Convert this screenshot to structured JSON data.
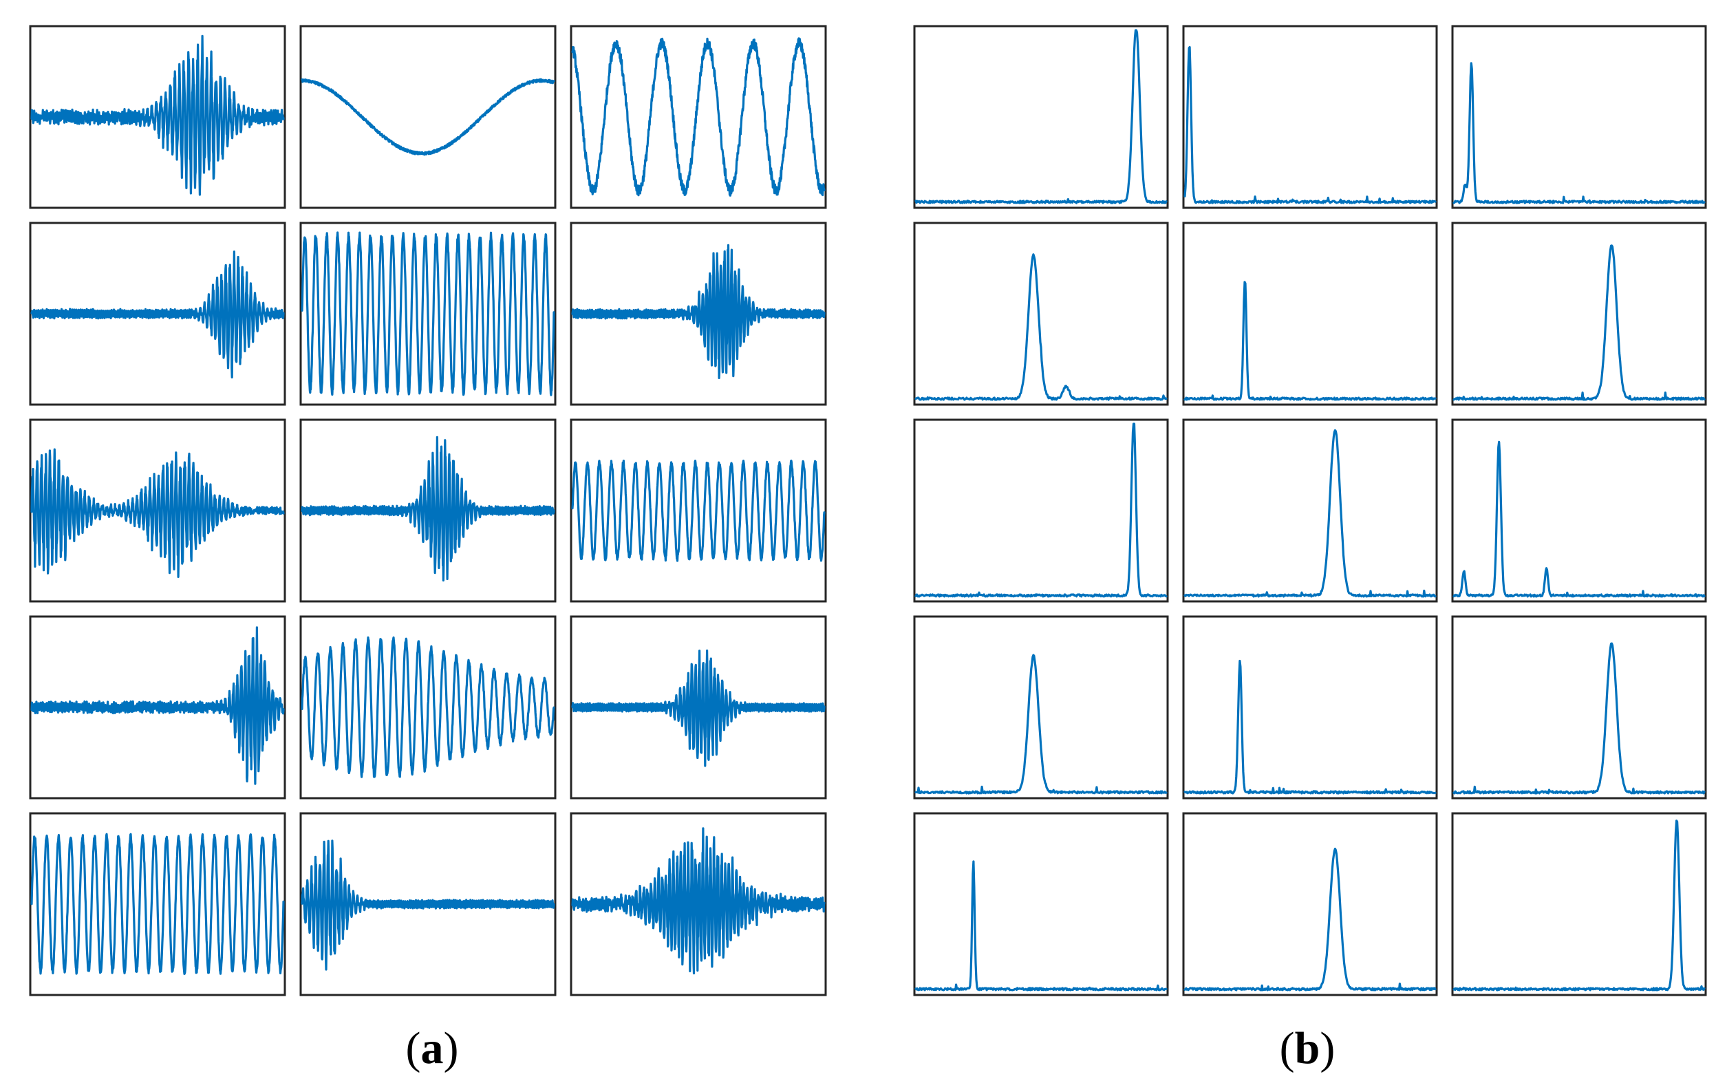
{
  "figure": {
    "line_color": "#0072BD",
    "frame_color": "#262626"
  },
  "chart_data": [
    {
      "type": "line",
      "panel_label": "a",
      "rows": 5,
      "cols": 3,
      "grid": false,
      "axis_ticks": false,
      "subplots": [
        {
          "kind": "burst",
          "center": 0.66,
          "width": 0.09,
          "freq": 55,
          "amplitude": 0.95,
          "noise": 0.05
        },
        {
          "kind": "sine",
          "cycles": 1.05,
          "phase": 0.25,
          "amplitude": 0.42,
          "noise": 0.015
        },
        {
          "kind": "sine",
          "cycles": 5.5,
          "phase": 0.3,
          "amplitude": 0.85,
          "noise": 0.06
        },
        {
          "kind": "burst",
          "center": 0.8,
          "width": 0.06,
          "freq": 60,
          "amplitude": 0.8,
          "noise": 0.015
        },
        {
          "kind": "sine",
          "cycles": 23,
          "phase": 0.0,
          "amplitude": 0.9,
          "noise": 0.04
        },
        {
          "kind": "burst",
          "center": 0.6,
          "width": 0.06,
          "freq": 70,
          "amplitude": 0.9,
          "noise": 0.015
        },
        {
          "kind": "double-burst",
          "center": 0.06,
          "width": 0.1,
          "center2": 0.58,
          "width2": 0.1,
          "freq": 58,
          "amplitude": 0.75,
          "noise": 0.04
        },
        {
          "kind": "burst",
          "center": 0.56,
          "width": 0.06,
          "freq": 62,
          "amplitude": 0.9,
          "noise": 0.015
        },
        {
          "kind": "sine",
          "cycles": 21,
          "phase": 0.0,
          "amplitude": 0.55,
          "noise": 0.03
        },
        {
          "kind": "burst",
          "center": 0.88,
          "width": 0.05,
          "freq": 64,
          "amplitude": 1.0,
          "noise": 0.03
        },
        {
          "kind": "burst-sine",
          "center": 0.32,
          "width": 0.28,
          "cycles": 20,
          "amplitude": 0.8,
          "noise": 0.03
        },
        {
          "kind": "burst",
          "center": 0.52,
          "width": 0.06,
          "freq": 66,
          "amplitude": 0.78,
          "noise": 0.01
        },
        {
          "kind": "sine",
          "cycles": 21,
          "phase": 0.0,
          "amplitude": 0.78,
          "noise": 0.03
        },
        {
          "kind": "burst",
          "center": 0.1,
          "width": 0.06,
          "freq": 60,
          "amplitude": 0.78,
          "noise": 0.01
        },
        {
          "kind": "burst",
          "center": 0.5,
          "width": 0.13,
          "freq": 68,
          "amplitude": 0.85,
          "noise": 0.05
        }
      ]
    },
    {
      "type": "line",
      "panel_label": "b",
      "rows": 5,
      "cols": 3,
      "grid": false,
      "axis_ticks": false,
      "subplots": [
        {
          "peaks": [
            {
              "pos": 0.88,
              "width": 0.014,
              "height": 1.0
            }
          ]
        },
        {
          "peaks": [
            {
              "pos": 0.018,
              "width": 0.007,
              "height": 0.9
            }
          ]
        },
        {
          "peaks": [
            {
              "pos": 0.07,
              "width": 0.007,
              "height": 0.8
            },
            {
              "pos": 0.045,
              "width": 0.006,
              "height": 0.1
            }
          ]
        },
        {
          "peaks": [
            {
              "pos": 0.47,
              "width": 0.02,
              "height": 0.82
            },
            {
              "pos": 0.6,
              "width": 0.012,
              "height": 0.07
            }
          ]
        },
        {
          "peaks": [
            {
              "pos": 0.24,
              "width": 0.006,
              "height": 0.68
            }
          ]
        },
        {
          "peaks": [
            {
              "pos": 0.63,
              "width": 0.02,
              "height": 0.88
            }
          ]
        },
        {
          "peaks": [
            {
              "pos": 0.87,
              "width": 0.009,
              "height": 1.0
            }
          ]
        },
        {
          "peaks": [
            {
              "pos": 0.6,
              "width": 0.02,
              "height": 0.95
            }
          ]
        },
        {
          "peaks": [
            {
              "pos": 0.18,
              "width": 0.008,
              "height": 0.88
            },
            {
              "pos": 0.04,
              "width": 0.006,
              "height": 0.14
            },
            {
              "pos": 0.37,
              "width": 0.006,
              "height": 0.16
            }
          ]
        },
        {
          "peaks": [
            {
              "pos": 0.47,
              "width": 0.02,
              "height": 0.78
            }
          ]
        },
        {
          "peaks": [
            {
              "pos": 0.22,
              "width": 0.007,
              "height": 0.75
            }
          ]
        },
        {
          "peaks": [
            {
              "pos": 0.63,
              "width": 0.02,
              "height": 0.85
            }
          ]
        },
        {
          "peaks": [
            {
              "pos": 0.23,
              "width": 0.005,
              "height": 0.73
            }
          ]
        },
        {
          "peaks": [
            {
              "pos": 0.6,
              "width": 0.02,
              "height": 0.8
            }
          ]
        },
        {
          "peaks": [
            {
              "pos": 0.89,
              "width": 0.01,
              "height": 0.97
            }
          ]
        }
      ]
    }
  ],
  "captions": {
    "a": {
      "open": "(",
      "letter": "a",
      "close": ")"
    },
    "b": {
      "open": "(",
      "letter": "b",
      "close": ")"
    }
  }
}
